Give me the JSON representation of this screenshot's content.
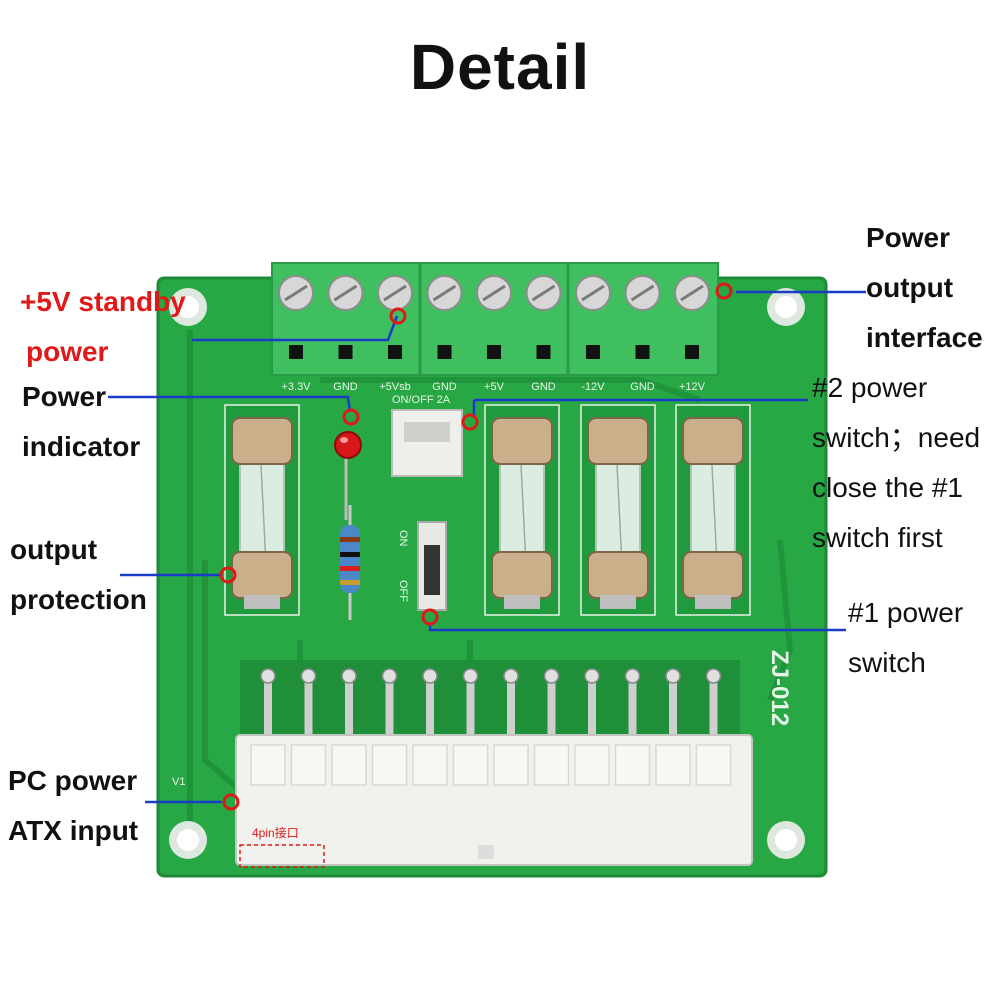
{
  "title": "Detail",
  "labels": {
    "standby": [
      "+5V standby",
      "power"
    ],
    "indicator": [
      "Power",
      "indicator"
    ],
    "protection": [
      "output",
      "protection"
    ],
    "atx": [
      "PC power",
      "ATX input"
    ],
    "output": [
      "Power",
      "output",
      "interface"
    ],
    "switch2": [
      "#2 power",
      "switch；need",
      "close the #1",
      "switch first"
    ],
    "switch1": [
      "#1 power",
      "switch"
    ]
  },
  "board": {
    "model": "ZJ-012",
    "terminals": [
      "+3.3V",
      "GND",
      "+5Vsb",
      "GND",
      "+5V",
      "GND",
      "-12V",
      "GND",
      "+12V"
    ],
    "switch_on": "ON",
    "switch_off": "OFF",
    "connector_label": "ON/OFF 2A",
    "pin_note": "4pin接口",
    "edge_mark": "V1"
  },
  "colors": {
    "pcb": "#27a844",
    "terminal": "#3fbf5f",
    "marker": "#e01818",
    "leader": "#1a3cc8",
    "highlight": "#e01818"
  }
}
